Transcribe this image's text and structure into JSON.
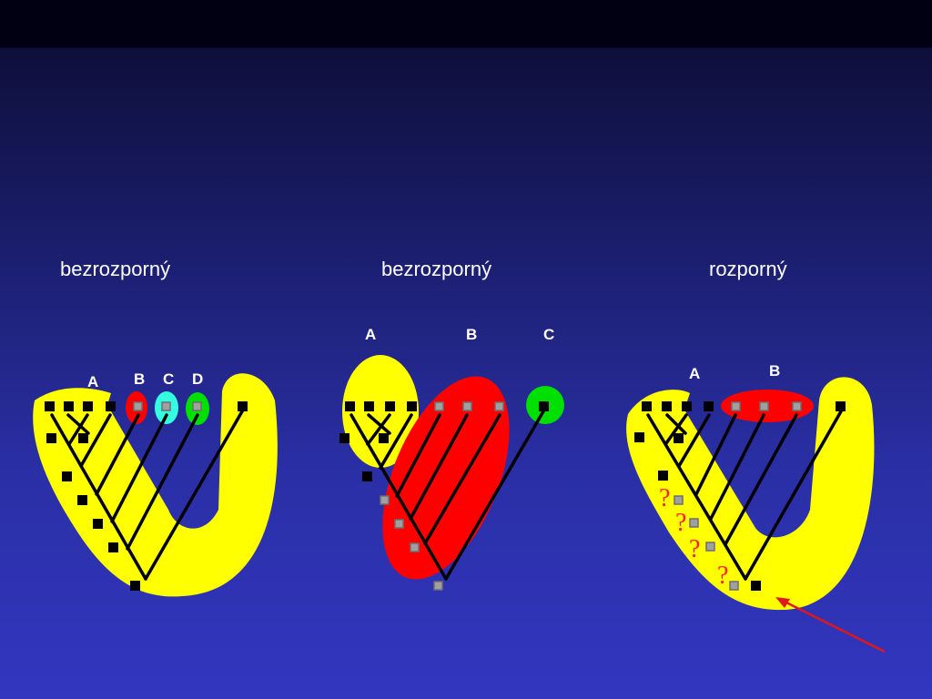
{
  "panels": [
    {
      "caption": "bezrozporný",
      "labels": [
        "A",
        "B",
        "C",
        "D"
      ],
      "question_marks": []
    },
    {
      "caption": "bezrozporný",
      "labels": [
        "A",
        "B",
        "C"
      ],
      "question_marks": []
    },
    {
      "caption": "rozporný",
      "labels": [
        "A",
        "B"
      ],
      "question_marks": [
        "?",
        "?",
        "?",
        "?"
      ]
    }
  ],
  "colors": {
    "group_yellow": "#ffff00",
    "group_red": "#ff0000",
    "group_cyan": "#33ffe0",
    "group_green": "#00e000",
    "arrow": "#e01818",
    "text": "#ffffff"
  }
}
